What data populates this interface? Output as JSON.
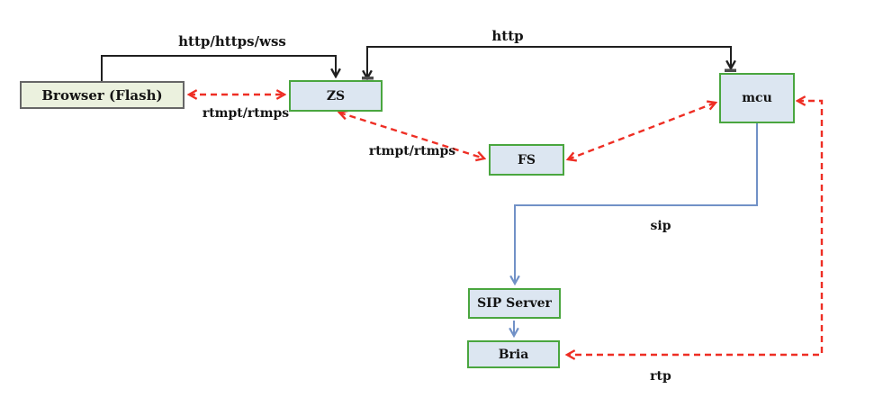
{
  "diagram": {
    "nodes": {
      "browser": {
        "label": "Browser (Flash)"
      },
      "zs": {
        "label": "ZS"
      },
      "fs": {
        "label": "FS"
      },
      "mcu": {
        "label": "mcu"
      },
      "sip_server": {
        "label": "SIP Server"
      },
      "bria": {
        "label": "Bria"
      }
    },
    "edge_labels": {
      "http_https_wss": "http/https/wss",
      "http": "http",
      "rtmpt_rtmps_browser_zs": "rtmpt/rtmps",
      "rtmpt_rtmps_zs_fs": "rtmpt/rtmps",
      "sip": "sip",
      "rtp": "rtp"
    },
    "colors": {
      "node_fill": "#dce6f1",
      "node_border": "#4aa63f",
      "browser_fill": "#ebf1de",
      "browser_border": "#666666",
      "black_line": "#1f1f1f",
      "red_line": "#ee2e24",
      "blue_line": "#7191c7",
      "tick": "#4d4d4d"
    }
  }
}
